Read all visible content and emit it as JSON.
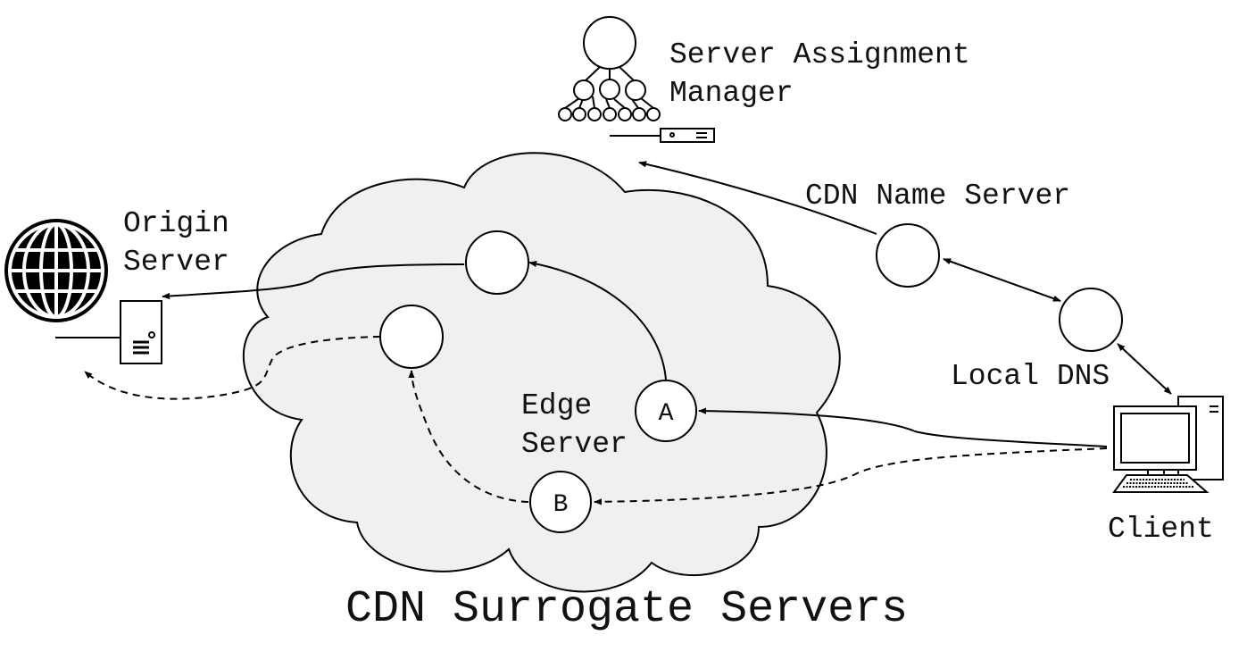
{
  "labels": {
    "server_assignment_manager_line1": "Server Assignment",
    "server_assignment_manager_line2": "Manager",
    "cdn_name_server": "CDN Name Server",
    "origin_server_line1": "Origin",
    "origin_server_line2": "Server",
    "local_dns": "Local DNS",
    "edge_server_line1": "Edge",
    "edge_server_line2": "Server",
    "client": "Client",
    "cloud_title": "CDN Surrogate Servers",
    "node_a": "A",
    "node_b": "B"
  },
  "colors": {
    "cloud_fill": "#f0f0f0",
    "stroke": "#000000",
    "text": "#111111"
  },
  "icons": [
    "globe-icon",
    "server-tower-icon",
    "hierarchy-tree-icon",
    "rack-server-icon",
    "desktop-computer-icon"
  ]
}
